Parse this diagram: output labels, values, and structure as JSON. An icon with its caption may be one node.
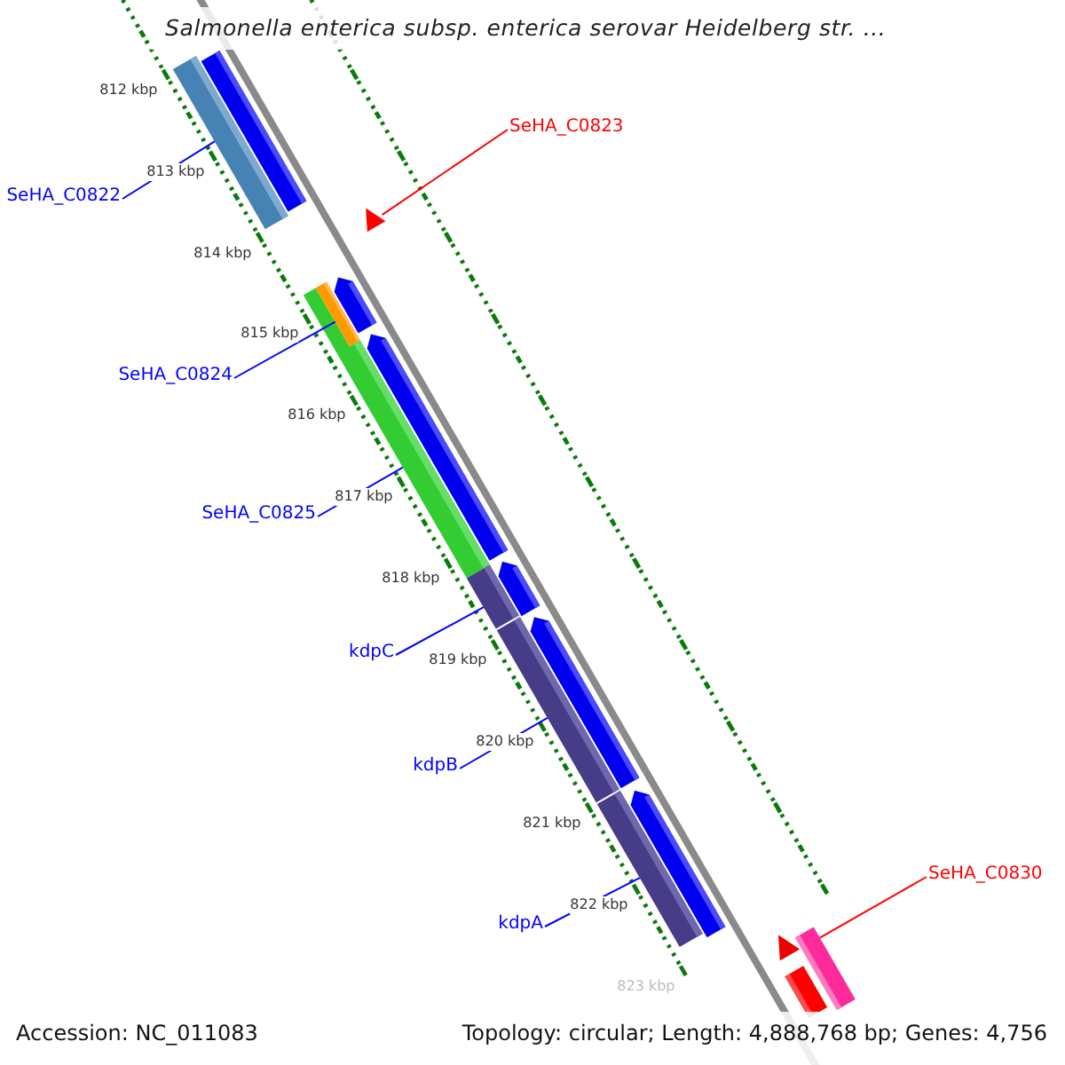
{
  "diagram": {
    "title": "Salmonella enterica subsp. enterica serovar Heidelberg str. ...",
    "nodes": [
      {
        "text": [
          "SeHA_C0823"
        ]
      },
      {
        "text": [
          "SeHA_C0822"
        ]
      },
      {
        "text": [
          "SeHA_C0824"
        ]
      },
      {
        "text": [
          "SeHA_C0825"
        ]
      },
      {
        "text": [
          "kdpC"
        ]
      },
      {
        "text": [
          "kdpB"
        ]
      },
      {
        "text": [
          "kdpA"
        ]
      },
      {
        "text": [
          "SeHA_C0830"
        ]
      },
      {
        "text": [],
        "shape": "bar"
      },
      {
        "text": [],
        "shape": "triangle"
      },
      {
        "text": [],
        "shape": "bar"
      },
      {
        "text": [],
        "shape": "bar"
      },
      {
        "text": [],
        "shape": "bar"
      },
      {
        "text": [],
        "shape": "bar"
      },
      {
        "text": [],
        "shape": "bar"
      },
      {
        "text": [],
        "shape": "bar"
      }
    ],
    "edges": [
      {
        "from": 0,
        "to": 9,
        "arrow": "none",
        "color": "#ff0000"
      },
      {
        "from": 1,
        "to": 8,
        "arrow": "none"
      },
      {
        "from": 2,
        "to": 10,
        "arrow": "none"
      },
      {
        "from": 3,
        "to": 11,
        "arrow": "none"
      },
      {
        "from": 4,
        "to": 12,
        "arrow": "none"
      },
      {
        "from": 5,
        "to": 13,
        "arrow": "none"
      },
      {
        "from": 6,
        "to": 14,
        "arrow": "none"
      },
      {
        "from": 7,
        "to": 15,
        "arrow": "none",
        "color": "#ff0000"
      }
    ],
    "labels": [
      "812 kbp",
      "813 kbp",
      "814 kbp",
      "815 kbp",
      "816 kbp",
      "817 kbp",
      "818 kbp",
      "819 kbp",
      "820 kbp",
      "821 kbp",
      "822 kbp",
      "823 kbp",
      "Accession: NC_011083",
      "Topology: circular; Length: 4,888,768 bp; Genes: 4,756"
    ]
  }
}
